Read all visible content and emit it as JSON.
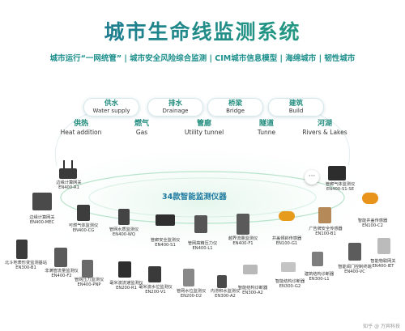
{
  "header": {
    "title": "城市生命线监测系统",
    "subtitle": "城市运行“一网统管” | 城市安全风险综合监测 | CIM城市信息模型 | 海绵城市 | 韧性城市"
  },
  "categories_top": [
    {
      "cn": "供水",
      "en": "Water supply"
    },
    {
      "cn": "排水",
      "en": "Drainage"
    },
    {
      "cn": "桥梁",
      "en": "Bridge"
    },
    {
      "cn": "建筑",
      "en": "Build"
    }
  ],
  "categories_mid": [
    {
      "cn": "供热",
      "en": "Heat addition"
    },
    {
      "cn": "燃气",
      "en": "Gas"
    },
    {
      "cn": "管廊",
      "en": "Utility tunnel"
    },
    {
      "cn": "隧道",
      "en": "Tunne"
    },
    {
      "cn": "河湖",
      "en": "Rivers & Lakes"
    }
  ],
  "ring_label": "34款智能监测仪器",
  "ellipsis": "···",
  "devices": [
    {
      "name": "边缘计算网关",
      "model": "EN400-R1"
    },
    {
      "name": "管廊气体监测仪",
      "model": "EN400-S1-SE"
    },
    {
      "name": "边缘计算网关",
      "model": "EN400-MEC"
    },
    {
      "name": "可燃气体监测仪",
      "model": "EN400-CG"
    },
    {
      "name": "管网水质监测仪",
      "model": "EN400-WQ"
    },
    {
      "name": "管廊安全监测仪",
      "model": "EN400-S1"
    },
    {
      "name": "管网高精压力仪",
      "model": "EN400-L1"
    },
    {
      "name": "越界流量监测仪",
      "model": "EN400-F1"
    },
    {
      "name": "井盖倾斜传感器",
      "model": "EN100-G1"
    },
    {
      "name": "广告牌安全传感器",
      "model": "EN100-B1"
    },
    {
      "name": "智能井盖传感器",
      "model": "EN100-C2"
    },
    {
      "name": "北斗地表形变监测基站",
      "model": "EN300-B1"
    },
    {
      "name": "非满管流量监测仪",
      "model": "EN400-F2"
    },
    {
      "name": "管网压力监测仪",
      "model": "EN400-PNP"
    },
    {
      "name": "毫米波流速监测仪",
      "model": "EN200-R1"
    },
    {
      "name": "毫米波水位监测仪",
      "model": "EN200-V1"
    },
    {
      "name": "管网水位监测仪",
      "model": "EN200-D2"
    },
    {
      "name": "内涝积水监测仪",
      "model": "EN300-A2"
    },
    {
      "name": "智能结构诊断器",
      "model": "EN300-A2"
    },
    {
      "name": "智能结构诊断器",
      "model": "EN300-G2"
    },
    {
      "name": "建筑结构诊断器",
      "model": "EN300-L1"
    },
    {
      "name": "智能阀门控制终端",
      "model": "EN400-VC"
    },
    {
      "name": "智能物联网关",
      "model": "EN400-IET"
    }
  ],
  "watermark": "知乎 @ 万宾科技"
}
